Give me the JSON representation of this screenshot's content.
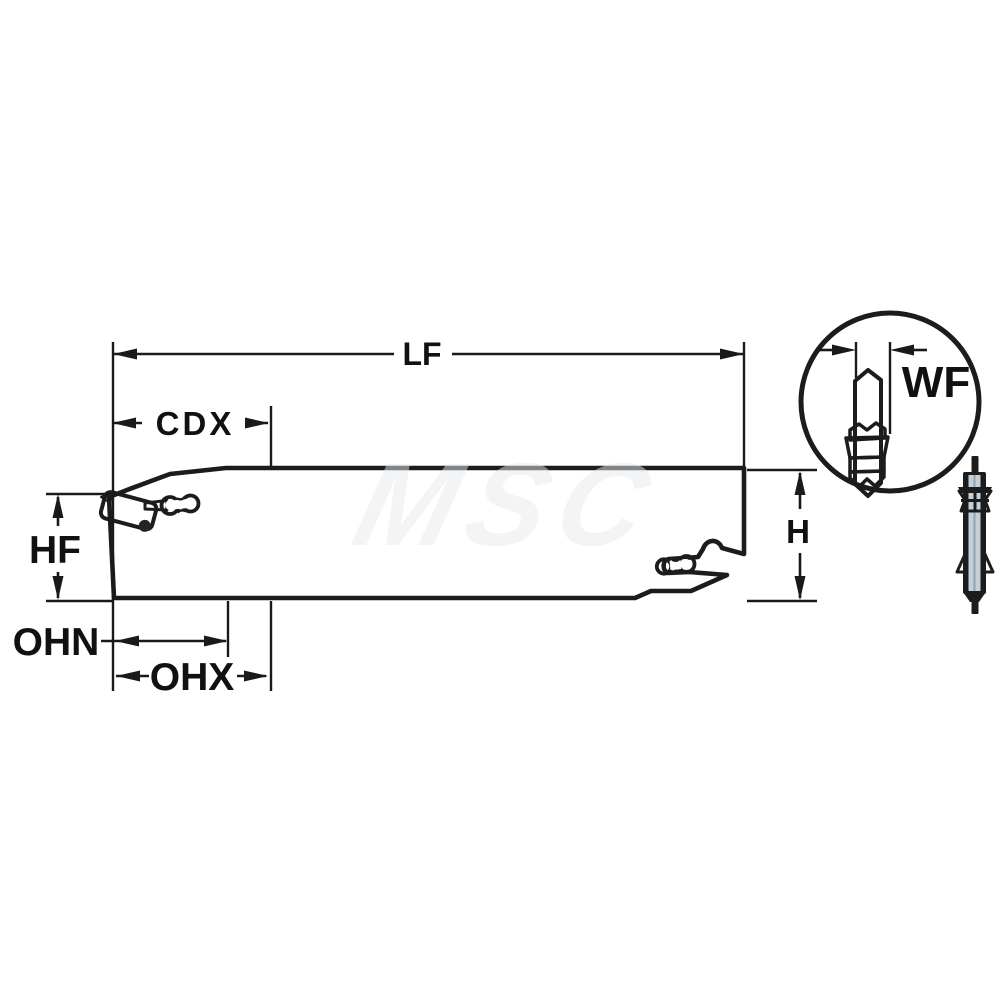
{
  "diagram": {
    "watermark": "MSC",
    "labels": {
      "lf": "LF",
      "cdx": "CDX",
      "hf": "HF",
      "ohn": "OHN",
      "ohx": "OHX",
      "h": "H",
      "wf": "WF"
    },
    "colors": {
      "background": "#ffffff",
      "blade_fill": "#b5c6d2",
      "blade_fill_light": "#c9d6e0",
      "insert_yellow": "#ffd41f",
      "detail_gray": "#c4cfd8",
      "outline": "#1c1c1c",
      "dimension_line": "#1a1a1a",
      "watermark_gray": "#e7ebee"
    }
  }
}
